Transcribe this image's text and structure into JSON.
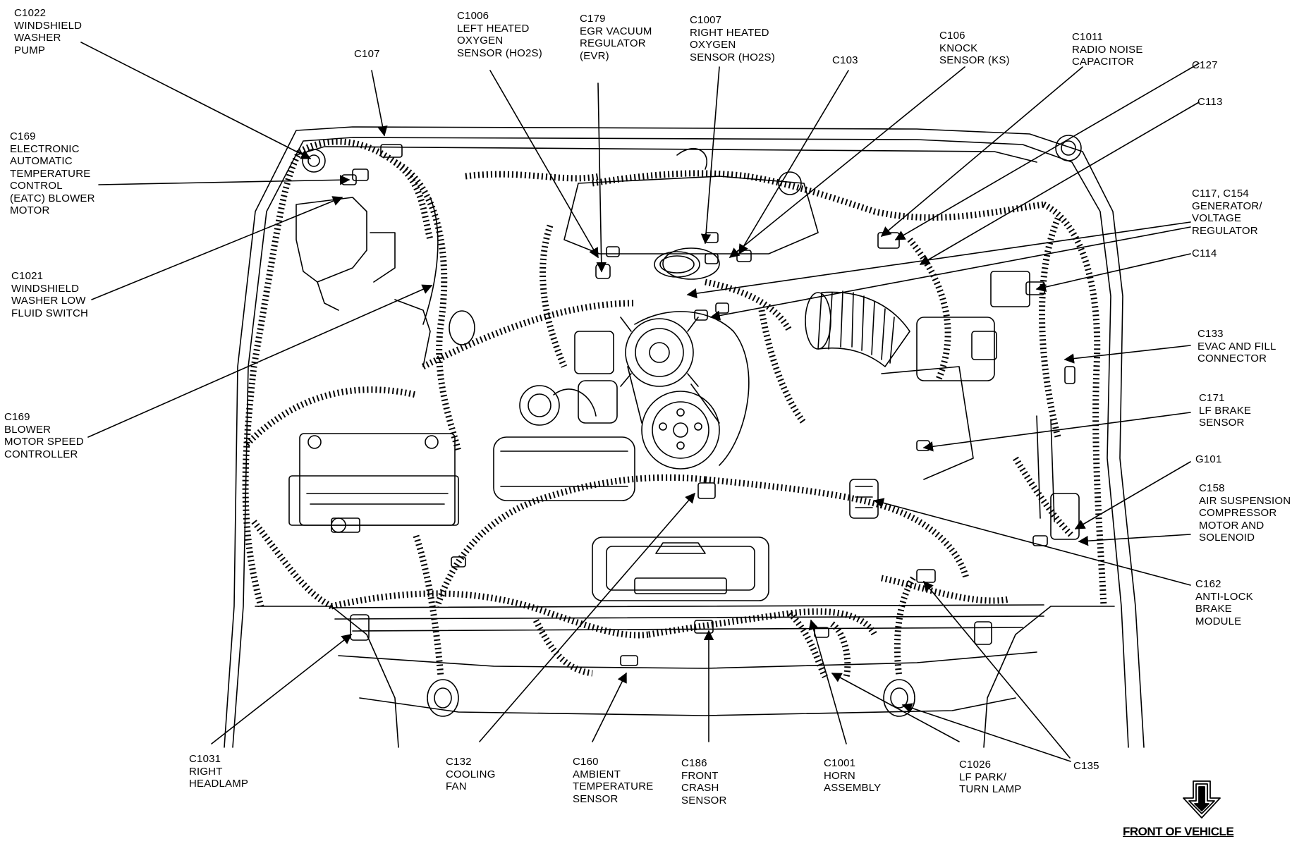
{
  "labels": [
    {
      "id": "c1022",
      "lines": [
        "C1022",
        "WINDSHIELD",
        "WASHER",
        "PUMP"
      ]
    },
    {
      "id": "c107",
      "lines": [
        "C107"
      ]
    },
    {
      "id": "c1006",
      "lines": [
        "C1006",
        "LEFT HEATED",
        "OXYGEN",
        "SENSOR (HO2S)"
      ]
    },
    {
      "id": "c179",
      "lines": [
        "C179",
        "EGR VACUUM",
        "REGULATOR",
        "(EVR)"
      ]
    },
    {
      "id": "c1007",
      "lines": [
        "C1007",
        "RIGHT HEATED",
        "OXYGEN",
        "SENSOR (HO2S)"
      ]
    },
    {
      "id": "c103",
      "lines": [
        "C103"
      ]
    },
    {
      "id": "c106",
      "lines": [
        "C106",
        "KNOCK",
        "SENSOR (KS)"
      ]
    },
    {
      "id": "c1011",
      "lines": [
        "C1011",
        "RADIO NOISE",
        "CAPACITOR"
      ]
    },
    {
      "id": "c127",
      "lines": [
        "C127"
      ]
    },
    {
      "id": "c113",
      "lines": [
        "C113"
      ]
    },
    {
      "id": "c169-eatc",
      "lines": [
        "C169",
        "ELECTRONIC",
        "AUTOMATIC",
        "TEMPERATURE",
        "CONTROL",
        "(EATC) BLOWER",
        "MOTOR"
      ]
    },
    {
      "id": "c117",
      "lines": [
        "C117, C154",
        "GENERATOR/",
        "VOLTAGE",
        "REGULATOR"
      ]
    },
    {
      "id": "c114",
      "lines": [
        "C114"
      ]
    },
    {
      "id": "c1021",
      "lines": [
        "C1021",
        "WINDSHIELD",
        "WASHER LOW",
        "FLUID SWITCH"
      ]
    },
    {
      "id": "c133",
      "lines": [
        "C133",
        "EVAC AND FILL",
        "CONNECTOR"
      ]
    },
    {
      "id": "c169-bmsc",
      "lines": [
        "C169",
        "BLOWER",
        "MOTOR SPEED",
        "CONTROLLER"
      ]
    },
    {
      "id": "c171",
      "lines": [
        "C171",
        "LF BRAKE",
        "SENSOR"
      ]
    },
    {
      "id": "g101",
      "lines": [
        "G101"
      ]
    },
    {
      "id": "c158",
      "lines": [
        "C158",
        "AIR SUSPENSION",
        "COMPRESSOR",
        "MOTOR AND",
        "SOLENOID"
      ]
    },
    {
      "id": "c162",
      "lines": [
        "C162",
        "ANTI-LOCK",
        "BRAKE",
        "MODULE"
      ]
    },
    {
      "id": "c1031",
      "lines": [
        "C1031",
        "RIGHT",
        "HEADLAMP"
      ]
    },
    {
      "id": "c132",
      "lines": [
        "C132",
        "COOLING",
        "FAN"
      ]
    },
    {
      "id": "c160",
      "lines": [
        "C160",
        "AMBIENT",
        "TEMPERATURE",
        "SENSOR"
      ]
    },
    {
      "id": "c186",
      "lines": [
        "C186",
        "FRONT",
        "CRASH",
        "SENSOR"
      ]
    },
    {
      "id": "c1001",
      "lines": [
        "C1001",
        "HORN",
        "ASSEMBLY"
      ]
    },
    {
      "id": "c1026",
      "lines": [
        "C1026",
        "LF PARK/",
        "TURN LAMP"
      ]
    },
    {
      "id": "c135",
      "lines": [
        "C135"
      ]
    }
  ],
  "footer": "FRONT OF VEHICLE"
}
